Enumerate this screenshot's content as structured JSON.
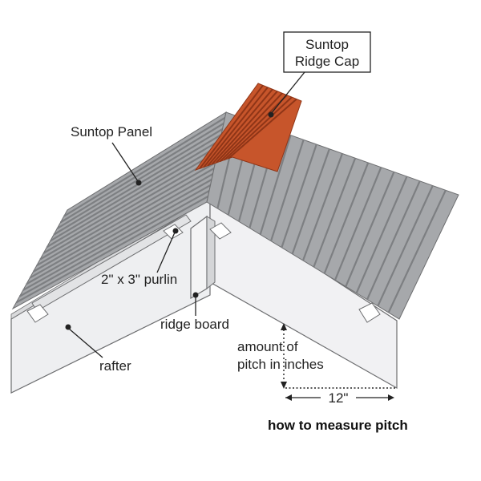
{
  "labels": {
    "ridge_cap_line1": "Suntop",
    "ridge_cap_line2": "Ridge Cap",
    "panel": "Suntop Panel",
    "purlin": "2\" x 3\" purlin",
    "ridge_board": "ridge board",
    "rafter": "rafter",
    "pitch_line1": "amount of",
    "pitch_line2": "pitch in inches",
    "run": "12\"",
    "caption": "how to measure pitch"
  },
  "colors": {
    "panel": "#a6a8ab",
    "panel_groove": "#7d7f82",
    "ridge_cap": "#c7552b",
    "ridge_cap_groove": "#8f3517",
    "rafter_face": "#f0f0f2",
    "outline": "#6d6e70"
  }
}
